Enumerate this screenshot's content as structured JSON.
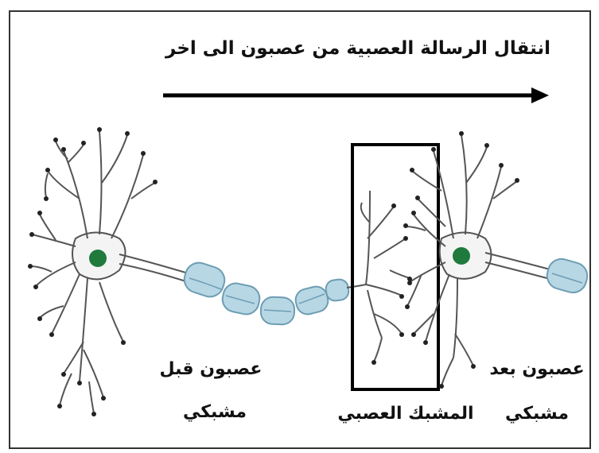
{
  "labels": {
    "title": "انتقال الرسالة العصبية من عصبون الى اخر",
    "presynaptic_line1": "عصبون قبل",
    "presynaptic_line2": "مشبكي",
    "synapse": "المشبك العصبي",
    "postsynaptic_line1": "عصبون بعد",
    "postsynaptic_line2": "مشبكي"
  },
  "colors": {
    "nucleus": "#1f7a3c",
    "myelin_fill": "#b7d7e5",
    "myelin_stroke": "#6d9db3",
    "outline": "#555555",
    "arrow": "#000000",
    "box": "#000000"
  }
}
